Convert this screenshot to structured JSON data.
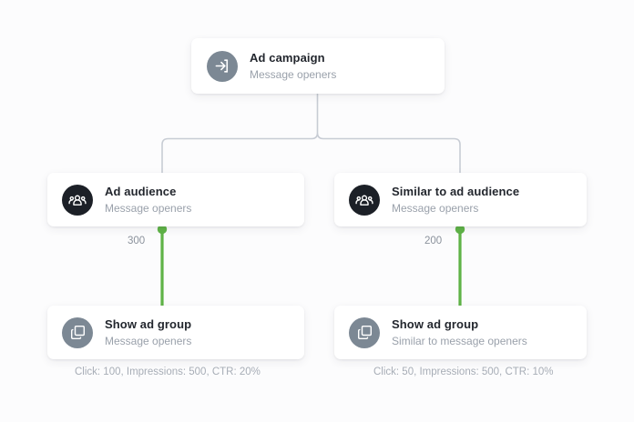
{
  "flow": {
    "nodes": [
      {
        "id": "campaign",
        "title": "Ad campaign",
        "subtitle": "Message openers",
        "icon": "sign-in-icon",
        "icon_style": "gray"
      },
      {
        "id": "audience-left",
        "title": "Ad audience",
        "subtitle": "Message openers",
        "icon": "people-group-icon",
        "icon_style": "dark"
      },
      {
        "id": "audience-right",
        "title": "Similar to ad audience",
        "subtitle": "Message openers",
        "icon": "people-group-icon",
        "icon_style": "dark"
      },
      {
        "id": "adgroup-left",
        "title": "Show ad group",
        "subtitle": "Message openers",
        "icon": "copy-layers-icon",
        "icon_style": "gray"
      },
      {
        "id": "adgroup-right",
        "title": "Show ad group",
        "subtitle": "Similar to message openers",
        "icon": "copy-layers-icon",
        "icon_style": "gray"
      }
    ],
    "edges": [
      {
        "id": "campaign-to-left",
        "label": "",
        "color": "#c7ccd4",
        "style": "tree-branch"
      },
      {
        "id": "campaign-to-right",
        "label": "",
        "color": "#c7ccd4",
        "style": "tree-branch"
      },
      {
        "id": "audience-left-to-adgroup-left",
        "label": "300",
        "color": "#5fb347",
        "style": "straight-dot"
      },
      {
        "id": "audience-right-to-adgroup-right",
        "label": "200",
        "color": "#5fb347",
        "style": "straight-dot"
      }
    ],
    "captions": [
      {
        "id": "stat-left",
        "text": "Click: 100, Impressions: 500, CTR: 20%"
      },
      {
        "id": "stat-right",
        "text": "Click: 50, Impressions: 500, CTR: 10%"
      }
    ]
  },
  "colors": {
    "background": "#fcfcfd",
    "card": "#ffffff",
    "icon_gray": "#7c8894",
    "icon_dark": "#1c2027",
    "edge_gray": "#c7ccd4",
    "edge_green": "#5fb347",
    "title_text": "#23272e",
    "sub_text": "#9aa1ab",
    "caption_text": "#a7adb6"
  }
}
